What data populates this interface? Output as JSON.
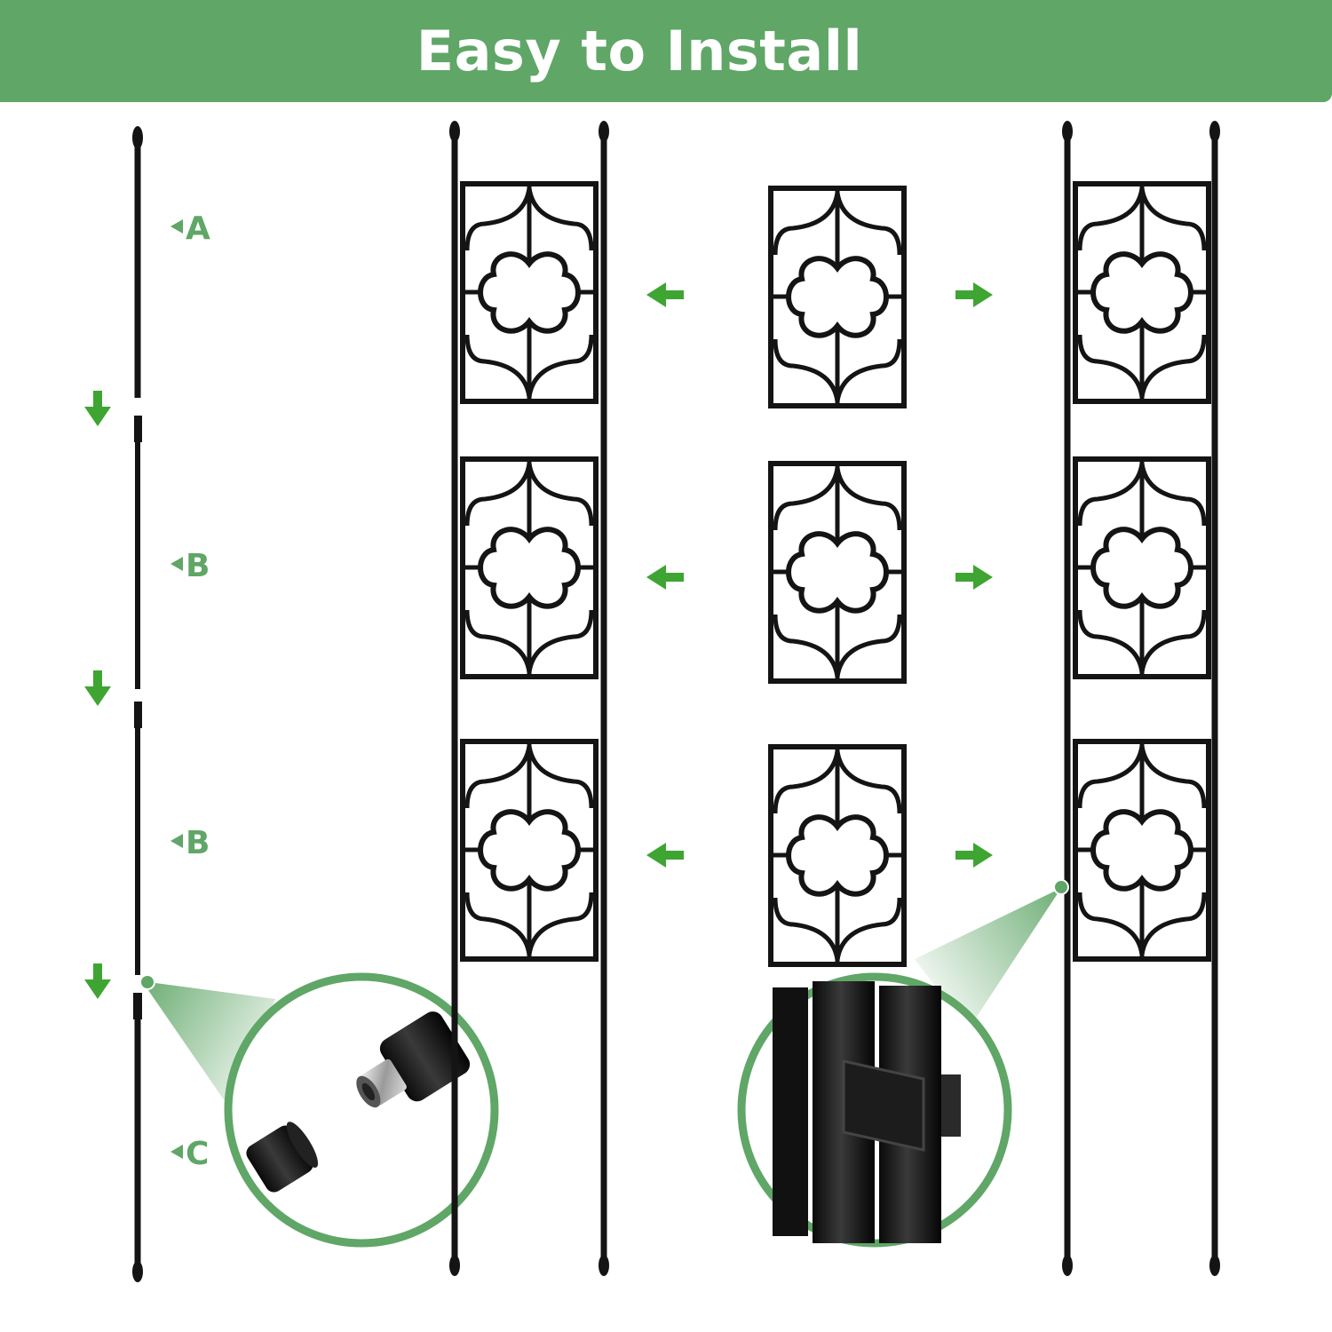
{
  "banner": {
    "title": "Easy to Install"
  },
  "pole_parts": [
    {
      "letter": "A"
    },
    {
      "letter": "B"
    },
    {
      "letter": "B"
    },
    {
      "letter": "C"
    }
  ],
  "colors": {
    "brand_green": "#5fa667",
    "arrow_green": "#3ea532",
    "metal_black": "#141414"
  },
  "icons": {
    "down_arrow": "arrow-down-icon",
    "left_arrow": "arrow-left-icon",
    "right_arrow": "arrow-right-icon"
  }
}
